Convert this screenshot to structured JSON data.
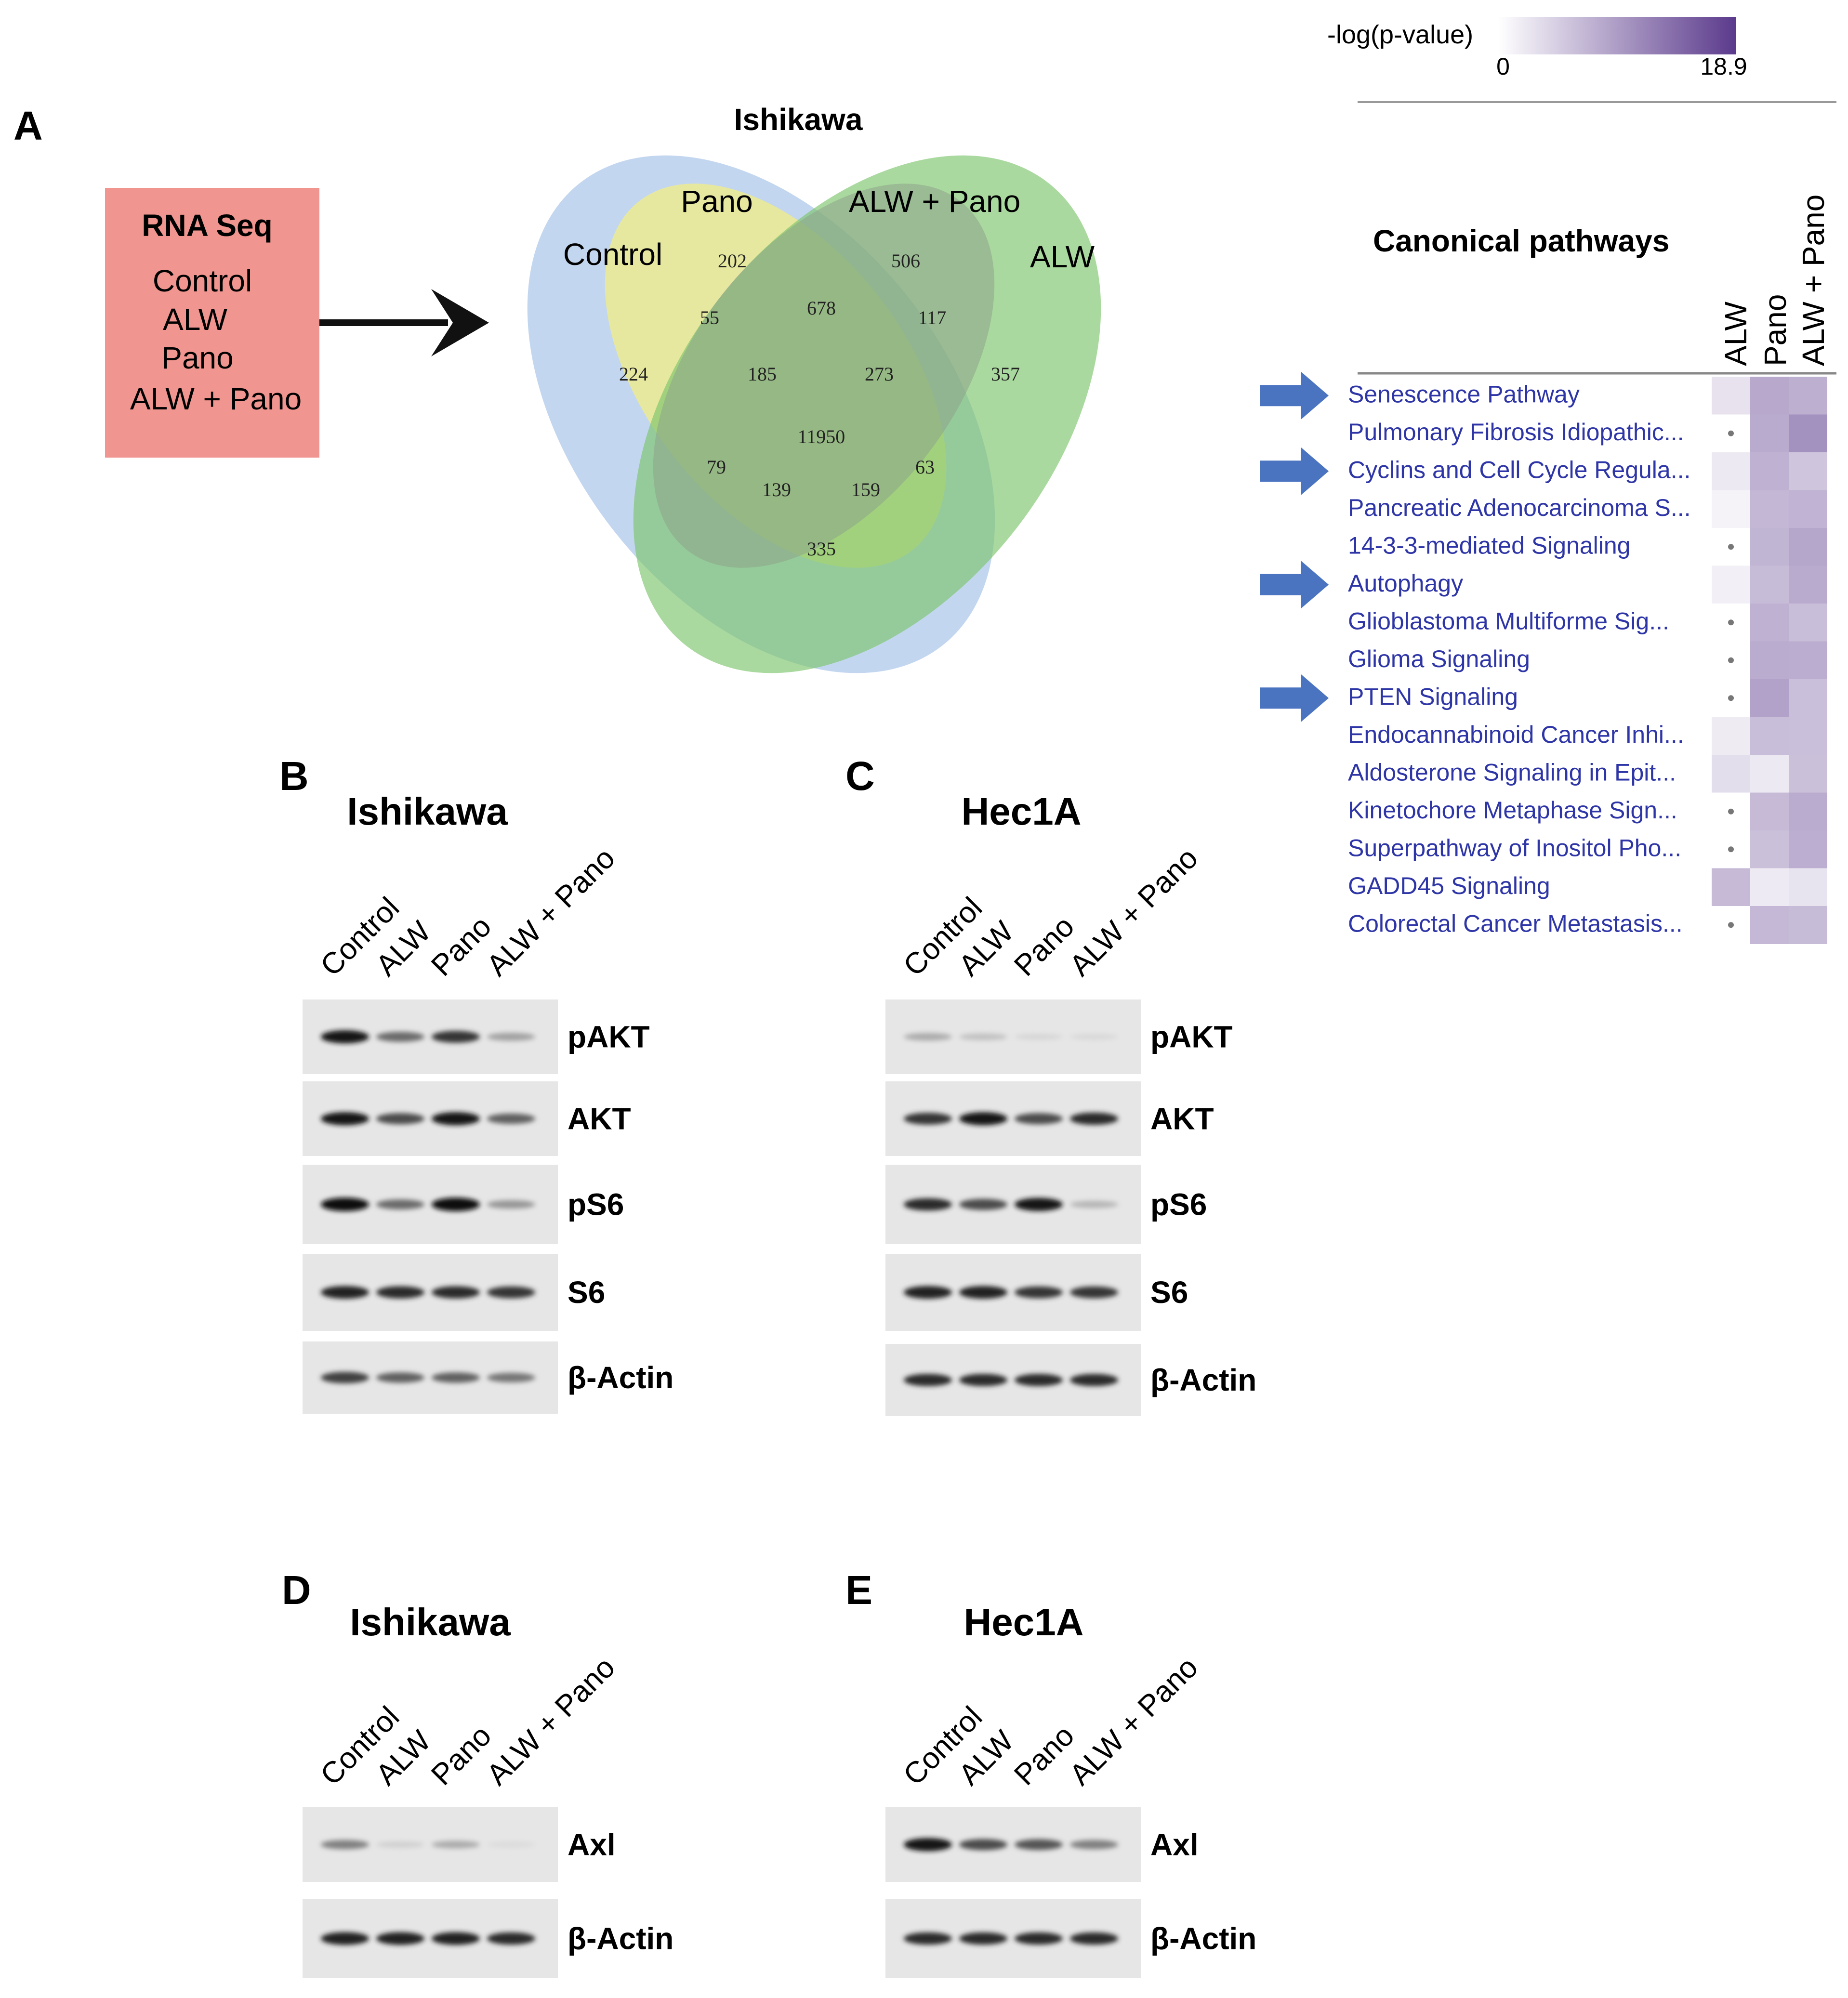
{
  "panel_letters": {
    "a": "A",
    "b": "B",
    "c": "C",
    "d": "D",
    "e": "E"
  },
  "rna_seq": {
    "title": "RNA Seq",
    "conditions": [
      "Control",
      "ALW",
      "Pano",
      "ALW + Pano"
    ]
  },
  "venn": {
    "title": "Ishikawa",
    "set_labels": {
      "control": "Control",
      "pano": "Pano",
      "alw_pano": "ALW + Pano",
      "alw": "ALW"
    },
    "counts": {
      "control_only": "224",
      "pano_only": "202",
      "alwpano_only": "506",
      "alw_only": "357",
      "control_pano": "55",
      "pano_alwpano": "678",
      "alwpano_alw": "117",
      "c_p_ap": "185",
      "p_ap_a": "273",
      "all": "11950",
      "control_alwpano": "79",
      "c_ap_a": "139",
      "c_p_a": "159",
      "pano_alw": "63",
      "control_alw": "335"
    },
    "colors": {
      "control": "#a9c4e8",
      "pano": "#f6ef7e",
      "alw_pano": "#b06fc4",
      "alw": "#7cc46c"
    }
  },
  "heatmap": {
    "legend_title": "-log(p-value)",
    "legend_min": "0",
    "legend_max": "18.9",
    "scale_colors": [
      "#ffffff",
      "#5b3a8c"
    ],
    "title": "Canonical pathways",
    "columns": [
      "ALW",
      "Pano",
      "ALW + Pano"
    ],
    "rows": [
      {
        "label": "Senescence Pathway",
        "arrow": true,
        "values": [
          2.8,
          8.3,
          7.7
        ],
        "dots": [
          false,
          false,
          false
        ]
      },
      {
        "label": "Pulmonary Fibrosis Idiopathic...",
        "arrow": false,
        "values": [
          null,
          8.1,
          10.6
        ],
        "dots": [
          true,
          false,
          false
        ]
      },
      {
        "label": "Cyclins and Cell Cycle Regula...",
        "arrow": true,
        "values": [
          2.1,
          7.5,
          5.5
        ],
        "dots": [
          false,
          false,
          false
        ]
      },
      {
        "label": "Pancreatic Adenocarcinoma S...",
        "arrow": false,
        "values": [
          1.2,
          6.9,
          7.3
        ],
        "dots": [
          false,
          false,
          false
        ]
      },
      {
        "label": "14-3-3-mediated Signaling",
        "arrow": false,
        "values": [
          null,
          7.1,
          8.5
        ],
        "dots": [
          true,
          false,
          false
        ]
      },
      {
        "label": "Autophagy",
        "arrow": true,
        "values": [
          1.5,
          6.4,
          8.1
        ],
        "dots": [
          false,
          false,
          false
        ]
      },
      {
        "label": "Glioblastoma Multiforme Sig...",
        "arrow": false,
        "values": [
          null,
          7.5,
          6.2
        ],
        "dots": [
          true,
          false,
          false
        ]
      },
      {
        "label": "Glioma Signaling",
        "arrow": false,
        "values": [
          null,
          8.0,
          7.9
        ],
        "dots": [
          true,
          false,
          false
        ]
      },
      {
        "label": "PTEN Signaling",
        "arrow": true,
        "values": [
          null,
          8.9,
          6.1
        ],
        "dots": [
          true,
          false,
          false
        ]
      },
      {
        "label": "Endocannabinoid Cancer Inhi...",
        "arrow": false,
        "values": [
          1.9,
          6.2,
          6.1
        ],
        "dots": [
          false,
          false,
          false
        ]
      },
      {
        "label": "Aldosterone Signaling in Epit...",
        "arrow": false,
        "values": [
          3.2,
          2.1,
          6.0
        ],
        "dots": [
          false,
          false,
          false
        ]
      },
      {
        "label": "Kinetochore Metaphase Sign...",
        "arrow": false,
        "values": [
          null,
          6.6,
          8.0
        ],
        "dots": [
          true,
          false,
          false
        ]
      },
      {
        "label": "Superpathway of Inositol Pho...",
        "arrow": false,
        "values": [
          null,
          6.0,
          7.8
        ],
        "dots": [
          true,
          false,
          false
        ]
      },
      {
        "label": "GADD45 Signaling",
        "arrow": false,
        "values": [
          6.6,
          2.0,
          2.6
        ],
        "dots": [
          false,
          false,
          false
        ]
      },
      {
        "label": "Colorectal Cancer Metastasis...",
        "arrow": false,
        "values": [
          null,
          6.8,
          6.4
        ],
        "dots": [
          true,
          false,
          false
        ]
      }
    ]
  },
  "blots_top": [
    {
      "title": "Ishikawa",
      "lanes": [
        "Control",
        "ALW",
        "Pano",
        "ALW + Pano"
      ],
      "rows": [
        {
          "label": "pAKT",
          "intensity": [
            0.95,
            0.55,
            0.8,
            0.3
          ]
        },
        {
          "label": "AKT",
          "intensity": [
            0.95,
            0.7,
            0.95,
            0.6
          ]
        },
        {
          "label": "pS6",
          "intensity": [
            1.0,
            0.55,
            1.0,
            0.35
          ]
        },
        {
          "label": "S6",
          "intensity": [
            0.9,
            0.85,
            0.85,
            0.8
          ]
        },
        {
          "label": "β-Actin",
          "intensity": [
            0.75,
            0.6,
            0.6,
            0.5
          ]
        }
      ]
    },
    {
      "title": "Hec1A",
      "lanes": [
        "Control",
        "ALW",
        "Pano",
        "ALW + Pano"
      ],
      "rows": [
        {
          "label": "pAKT",
          "intensity": [
            0.25,
            0.15,
            0.05,
            0.04
          ]
        },
        {
          "label": "AKT",
          "intensity": [
            0.8,
            0.95,
            0.7,
            0.85
          ]
        },
        {
          "label": "pS6",
          "intensity": [
            0.85,
            0.7,
            0.95,
            0.2
          ]
        },
        {
          "label": "S6",
          "intensity": [
            0.9,
            0.9,
            0.8,
            0.8
          ]
        },
        {
          "label": "β-Actin",
          "intensity": [
            0.85,
            0.85,
            0.85,
            0.85
          ]
        }
      ]
    }
  ],
  "blots_bottom": [
    {
      "title": "Ishikawa",
      "lanes": [
        "Control",
        "ALW",
        "Pano",
        "ALW + Pano"
      ],
      "rows": [
        {
          "label": "Axl",
          "intensity": [
            0.45,
            0.08,
            0.25,
            0.03
          ]
        },
        {
          "label": "β-Actin",
          "intensity": [
            0.9,
            0.9,
            0.9,
            0.85
          ]
        }
      ]
    },
    {
      "title": "Hec1A",
      "lanes": [
        "Control",
        "ALW",
        "Pano",
        "ALW + Pano"
      ],
      "rows": [
        {
          "label": "Axl",
          "intensity": [
            0.95,
            0.7,
            0.65,
            0.45
          ]
        },
        {
          "label": "β-Actin",
          "intensity": [
            0.85,
            0.85,
            0.85,
            0.85
          ]
        }
      ]
    }
  ]
}
